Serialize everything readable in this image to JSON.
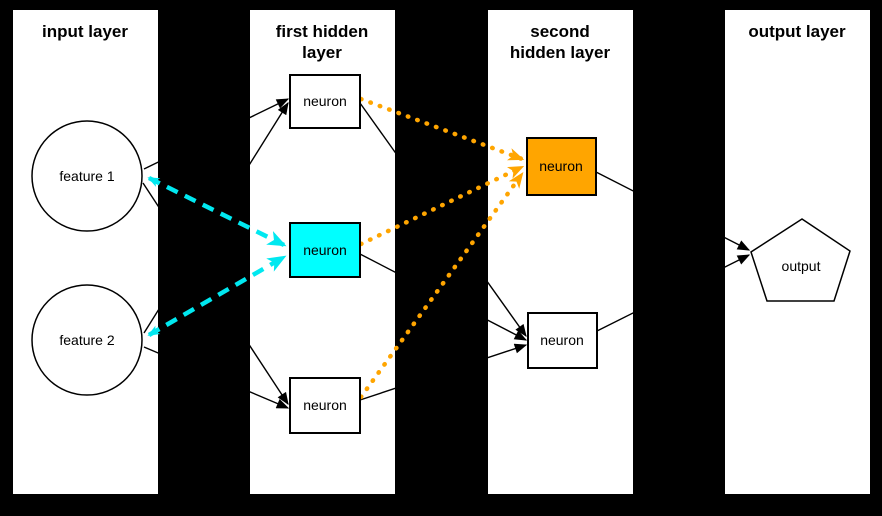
{
  "diagram": {
    "type": "neural-network-architecture",
    "background_color": "#000000",
    "panel_color": "#ffffff",
    "layers": [
      {
        "id": "input",
        "title": "input layer",
        "title_lines": [
          "input layer"
        ],
        "node_count": 2
      },
      {
        "id": "first_hidden",
        "title": "first hidden layer",
        "title_lines": [
          "first hidden",
          "layer"
        ],
        "node_count": 3
      },
      {
        "id": "second_hidden",
        "title": "second hidden layer",
        "title_lines": [
          "second",
          "hidden layer"
        ],
        "node_count": 2
      },
      {
        "id": "output",
        "title": "output layer",
        "title_lines": [
          "output layer"
        ],
        "node_count": 1
      }
    ],
    "nodes": {
      "feature1": {
        "label": "feature 1",
        "shape": "circle",
        "fill": "#ffffff"
      },
      "feature2": {
        "label": "feature 2",
        "shape": "circle",
        "fill": "#ffffff"
      },
      "hidden1_top": {
        "label": "neuron",
        "shape": "rect",
        "fill": "#ffffff"
      },
      "hidden1_mid": {
        "label": "neuron",
        "shape": "rect",
        "fill": "#00ffff"
      },
      "hidden1_bottom": {
        "label": "neuron",
        "shape": "rect",
        "fill": "#ffffff"
      },
      "hidden2_top": {
        "label": "neuron",
        "shape": "rect",
        "fill": "#ffa500"
      },
      "hidden2_bottom": {
        "label": "neuron",
        "shape": "rect",
        "fill": "#ffffff"
      },
      "output": {
        "label": "output",
        "shape": "pentagon",
        "fill": "#ffffff"
      }
    },
    "colors": {
      "highlight_cyan": "#00ffff",
      "highlight_orange": "#ffa500",
      "edge_black": "#000000",
      "cyan_arrow": "#00e8f0"
    },
    "edges": [
      {
        "from": "feature1",
        "to": "hidden1_top",
        "style": "solid",
        "color": "#000000",
        "direction": "forward"
      },
      {
        "from": "feature1",
        "to": "hidden1_bottom",
        "style": "solid",
        "color": "#000000",
        "direction": "forward"
      },
      {
        "from": "feature2",
        "to": "hidden1_top",
        "style": "solid",
        "color": "#000000",
        "direction": "forward"
      },
      {
        "from": "feature2",
        "to": "hidden1_bottom",
        "style": "solid",
        "color": "#000000",
        "direction": "forward"
      },
      {
        "from": "feature1",
        "to": "hidden1_mid",
        "style": "dashed",
        "color": "#00e8f0",
        "direction": "both"
      },
      {
        "from": "feature2",
        "to": "hidden1_mid",
        "style": "dashed",
        "color": "#00e8f0",
        "direction": "both"
      },
      {
        "from": "hidden1_top",
        "to": "hidden2_top",
        "style": "dotted",
        "color": "#ffa500",
        "direction": "forward"
      },
      {
        "from": "hidden1_mid",
        "to": "hidden2_top",
        "style": "dotted",
        "color": "#ffa500",
        "direction": "forward"
      },
      {
        "from": "hidden1_bottom",
        "to": "hidden2_top",
        "style": "dotted",
        "color": "#ffa500",
        "direction": "forward"
      },
      {
        "from": "hidden1_top",
        "to": "hidden2_bottom",
        "style": "solid",
        "color": "#000000",
        "direction": "forward"
      },
      {
        "from": "hidden1_mid",
        "to": "hidden2_bottom",
        "style": "solid",
        "color": "#000000",
        "direction": "forward"
      },
      {
        "from": "hidden1_bottom",
        "to": "hidden2_bottom",
        "style": "solid",
        "color": "#000000",
        "direction": "forward"
      },
      {
        "from": "hidden2_top",
        "to": "output",
        "style": "solid",
        "color": "#000000",
        "direction": "forward"
      },
      {
        "from": "hidden2_bottom",
        "to": "output",
        "style": "solid",
        "color": "#000000",
        "direction": "forward"
      }
    ]
  }
}
